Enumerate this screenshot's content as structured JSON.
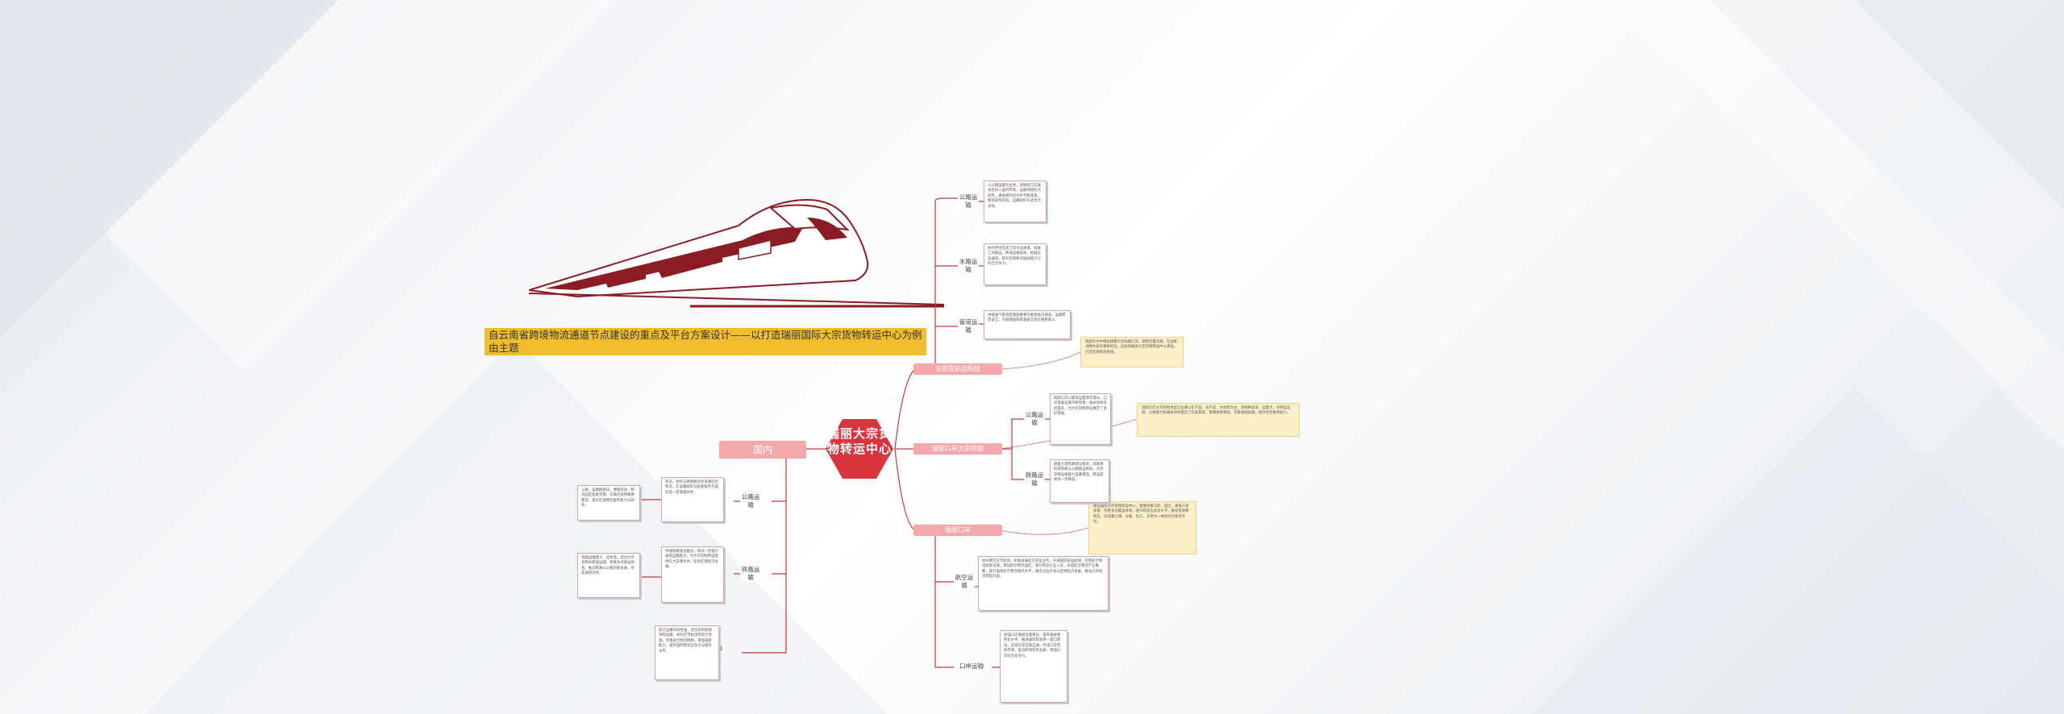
{
  "title": "自云南省跨境物流通道节点建设的重点及平台方案设计——以打造瑞丽国际大宗货物转运中心为例由主题",
  "center": "瑞丽大宗货物转运中心",
  "domestic": {
    "label": "国内",
    "road": {
      "label": "公路运输",
      "text": "公路，运输网络化，便捷高效，物流园区配套完善，可满足货物集散需求，提升区域物流服务能力与效率。",
      "detail": "目前，依托公路网络优势发展综合物流，在运输组织与配套服务方面形成一定基础条件。"
    },
    "rail": {
      "label": "铁路运输",
      "text": "铁路运输量大、成本低，适合大宗货物长距离运输，构建多式联运体系，推动铁路与公路衔接发展，形成通道优势。",
      "detail": "中缅铁路建设推进，将进一步提升通道运输能力，为大宗货物转运提供有力支撑条件，促进区域经济发展。"
    },
    "air": {
      "label": "航空运输",
      "text": "航空运输时效性强，适合高附加值货物运输，依托芒市机场等航空资源，完善航空物流网络，增强辐射能力，提升国际物流竞争力与服务水平。"
    }
  },
  "top_group": {
    "road": {
      "label": "公路运输",
      "text": "以公路运输为主体，货物经口岸通关后进入国内市场，运输线路较为成熟，通关便利化水平不断提高，物流成本较低，运输组织方式灵活多样。"
    },
    "water": {
      "label": "水路运输",
      "text": "依托伊洛瓦底江等水运通道，发展江海联运，降低运输成本，拓展出海通道，提升区域物流辐射能力与综合竞争力。"
    },
    "pipeline": {
      "label": "管道运输",
      "text": "中缅油气管道是我国重要的能源进口通道，运输稳定安全，对保障国家能源安全具有重要意义。"
    }
  },
  "categories": {
    "cat1": "东南亚航运枢纽",
    "cat2": "瑞丽口岸大宗货物",
    "cat3": "瑞丽口岸"
  },
  "notes": {
    "note1": "瑞丽作为中缅边境最大的陆路口岸，地理位置优越，在国家战略中具有重要地位，应加快推进大宗货物转运中心建设，打造区域物流枢纽。",
    "note2": "瑞丽口岸大宗货物进出口主要以矿产品、农产品、木材等为主，货物种类多、运量大，对转运设施、仓储能力和通关效率提出了较高要求。需要统筹规划，完善基础设施，提升综合服务能力。",
    "note3": "建设国际大宗货物转运中心，需要统筹口岸、园区、通道三者关系，完善多式联运体系，提升物流信息化水平，推动贸易便利化，形成集仓储、分拨、加工、交易为一体的综合物流平台。"
  },
  "cat2_children": {
    "road": {
      "label": "公路运输",
      "text": "瑞丽口岸公路货运量逐年增长，口岸基础设施不断完善，通关效率持续提升，为大宗货物转运奠定了良好基础。"
    },
    "rail": {
      "label": "铁路运输",
      "text": "随着大瑞铁路建设推进，瑞丽将形成铁路与公路联运格局，大宗货物运输能力显著增强，转运成本进一步降低。"
    }
  },
  "cat3_children": {
    "air": {
      "label": "航空运输",
      "text": "依托德宏芒市机场，积极发展航空货运业务，开通国际货运航线，完善航空物流配套设施，建设航空物流园区，吸引物流企业入驻，形成航空物流产业集聚，提升国际航空物流服务水平，服务沿边开放与区域经济发展，推动口岸经济转型升级。"
    },
    "port": {
      "label": "口岸运输",
      "text": "加强口岸基础设施建设，提升通关便利化水平，推进国际贸易单一窗口建设，实现信息互联互通，优化口岸营商环境，促进跨境贸易发展，增强口岸综合竞争力。"
    }
  }
}
